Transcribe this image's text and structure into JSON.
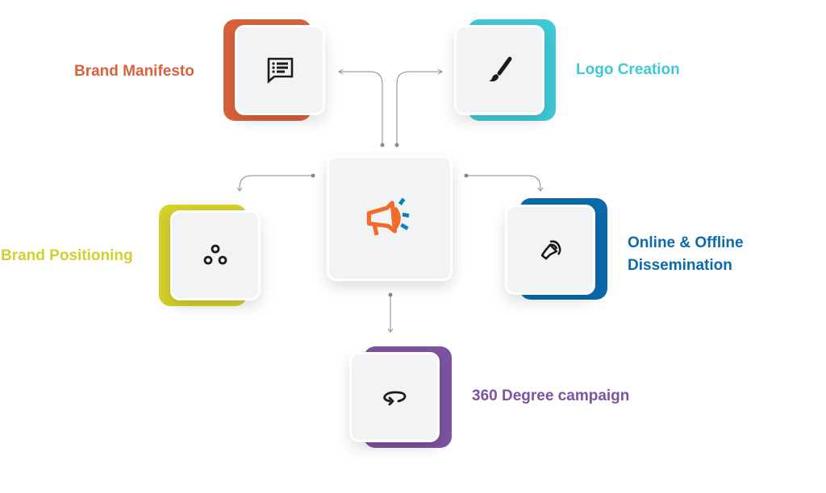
{
  "center": {
    "icon": "megaphone-icon"
  },
  "nodes": [
    {
      "label": "Brand Manifesto",
      "icon": "message-list-icon",
      "color": "#d9623b"
    },
    {
      "label": "Logo Creation",
      "icon": "paintbrush-icon",
      "color": "#3fc8d6"
    },
    {
      "label": "Brand Positioning",
      "icon": "three-circles-icon",
      "color": "#d4cf2a"
    },
    {
      "label_line1": "Online & Offline",
      "label_line2": "Dissemination",
      "icon": "broadcast-icon",
      "color": "#0a6aad"
    },
    {
      "label": "360 Degree campaign",
      "icon": "rotate-icon",
      "color": "#7d53a0"
    }
  ]
}
